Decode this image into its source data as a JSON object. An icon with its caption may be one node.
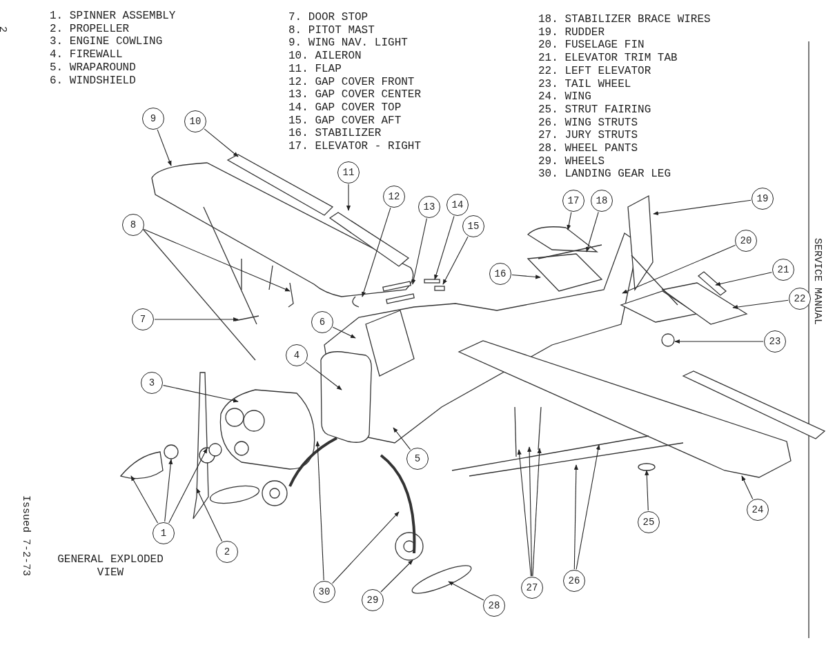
{
  "diagram": {
    "title": "GENERAL EXPLODED VIEW",
    "nodes": [
      {
        "text": [
          "1"
        ]
      },
      {
        "text": [
          "2"
        ]
      },
      {
        "text": [
          "3"
        ]
      },
      {
        "text": [
          "4"
        ]
      },
      {
        "text": [
          "5"
        ]
      },
      {
        "text": [
          "6"
        ]
      },
      {
        "text": [
          "7"
        ]
      },
      {
        "text": [
          "8"
        ]
      },
      {
        "text": [
          "9"
        ]
      },
      {
        "text": [
          "10"
        ]
      },
      {
        "text": [
          "11"
        ]
      },
      {
        "text": [
          "12"
        ]
      },
      {
        "text": [
          "13"
        ]
      },
      {
        "text": [
          "14"
        ]
      },
      {
        "text": [
          "15"
        ]
      },
      {
        "text": [
          "16"
        ]
      },
      {
        "text": [
          "17"
        ]
      },
      {
        "text": [
          "18"
        ]
      },
      {
        "text": [
          "19"
        ]
      },
      {
        "text": [
          "20"
        ]
      },
      {
        "text": [
          "21"
        ]
      },
      {
        "text": [
          "22"
        ]
      },
      {
        "text": [
          "23"
        ]
      },
      {
        "text": [
          "24"
        ]
      },
      {
        "text": [
          "25"
        ]
      },
      {
        "text": [
          "26"
        ]
      },
      {
        "text": [
          "27"
        ]
      },
      {
        "text": [
          "28"
        ]
      },
      {
        "text": [
          "29"
        ]
      },
      {
        "text": [
          "30"
        ]
      }
    ],
    "edges": [
      {
        "from": 0,
        "to": null,
        "arrow": "to"
      },
      {
        "from": 0,
        "to": null,
        "arrow": "to"
      },
      {
        "from": 0,
        "to": null,
        "arrow": "to"
      },
      {
        "from": 1,
        "to": null,
        "arrow": "to"
      },
      {
        "from": 2,
        "to": null,
        "arrow": "to"
      },
      {
        "from": 3,
        "to": null,
        "arrow": "to"
      },
      {
        "from": 4,
        "to": null,
        "arrow": "to"
      },
      {
        "from": 5,
        "to": null,
        "arrow": "to"
      },
      {
        "from": 6,
        "to": null,
        "arrow": "to"
      },
      {
        "from": 7,
        "to": null,
        "arrow": "to"
      },
      {
        "from": 8,
        "to": null,
        "arrow": "to"
      },
      {
        "from": 9,
        "to": null,
        "arrow": "to"
      },
      {
        "from": 10,
        "to": null,
        "arrow": "to"
      },
      {
        "from": 11,
        "to": null,
        "arrow": "to"
      },
      {
        "from": 12,
        "to": null,
        "arrow": "to"
      },
      {
        "from": 13,
        "to": null,
        "arrow": "to"
      },
      {
        "from": 14,
        "to": null,
        "arrow": "to"
      },
      {
        "from": 15,
        "to": null,
        "arrow": "to"
      },
      {
        "from": 16,
        "to": null,
        "arrow": "to"
      },
      {
        "from": 17,
        "to": null,
        "arrow": "to"
      },
      {
        "from": 18,
        "to": null,
        "arrow": "to"
      },
      {
        "from": 19,
        "to": null,
        "arrow": "to"
      },
      {
        "from": 20,
        "to": null,
        "arrow": "to"
      },
      {
        "from": 21,
        "to": null,
        "arrow": "to"
      },
      {
        "from": 22,
        "to": null,
        "arrow": "to"
      },
      {
        "from": 23,
        "to": null,
        "arrow": "to"
      },
      {
        "from": 24,
        "to": null,
        "arrow": "to"
      },
      {
        "from": 25,
        "to": null,
        "arrow": "to"
      },
      {
        "from": 25,
        "to": null,
        "arrow": "to"
      },
      {
        "from": 26,
        "to": null,
        "arrow": "to"
      },
      {
        "from": 26,
        "to": null,
        "arrow": "to"
      },
      {
        "from": 26,
        "to": null,
        "arrow": "to"
      },
      {
        "from": 27,
        "to": null,
        "arrow": "to"
      },
      {
        "from": 28,
        "to": null,
        "arrow": "to"
      },
      {
        "from": 29,
        "to": null,
        "arrow": "to"
      },
      {
        "from": 29,
        "to": null,
        "arrow": "to"
      }
    ],
    "labels": [
      "2",
      "1. SPINNER ASSEMBLY",
      "2. PROPELLER",
      "3. ENGINE COWLING",
      "4. FIREWALL",
      "5. WRAPAROUND",
      "6. WINDSHIELD",
      "7. DOOR STOP",
      "8. PITOT MAST",
      "9. WING NAV. LIGHT",
      "10. AILERON",
      "11. FLAP",
      "12. GAP COVER FRONT",
      "13. GAP COVER CENTER",
      "14. GAP COVER TOP",
      "15. GAP COVER AFT",
      "16. STABILIZER",
      "17. ELEVATOR - RIGHT",
      "18. STABILIZER BRACE WIRES",
      "19. RUDDER",
      "20. FUSELAGE FIN",
      "21. ELEVATOR TRIM TAB",
      "22. LEFT ELEVATOR",
      "23. TAIL WHEEL",
      "24. WING",
      "25. STRUT FAIRING",
      "26. WING STRUTS",
      "27. JURY STRUTS",
      "28. WHEEL PANTS",
      "29. WHEELS",
      "30. LANDING GEAR LEG",
      "SERVICE MANUAL",
      "Issued 7-2-73"
    ]
  }
}
